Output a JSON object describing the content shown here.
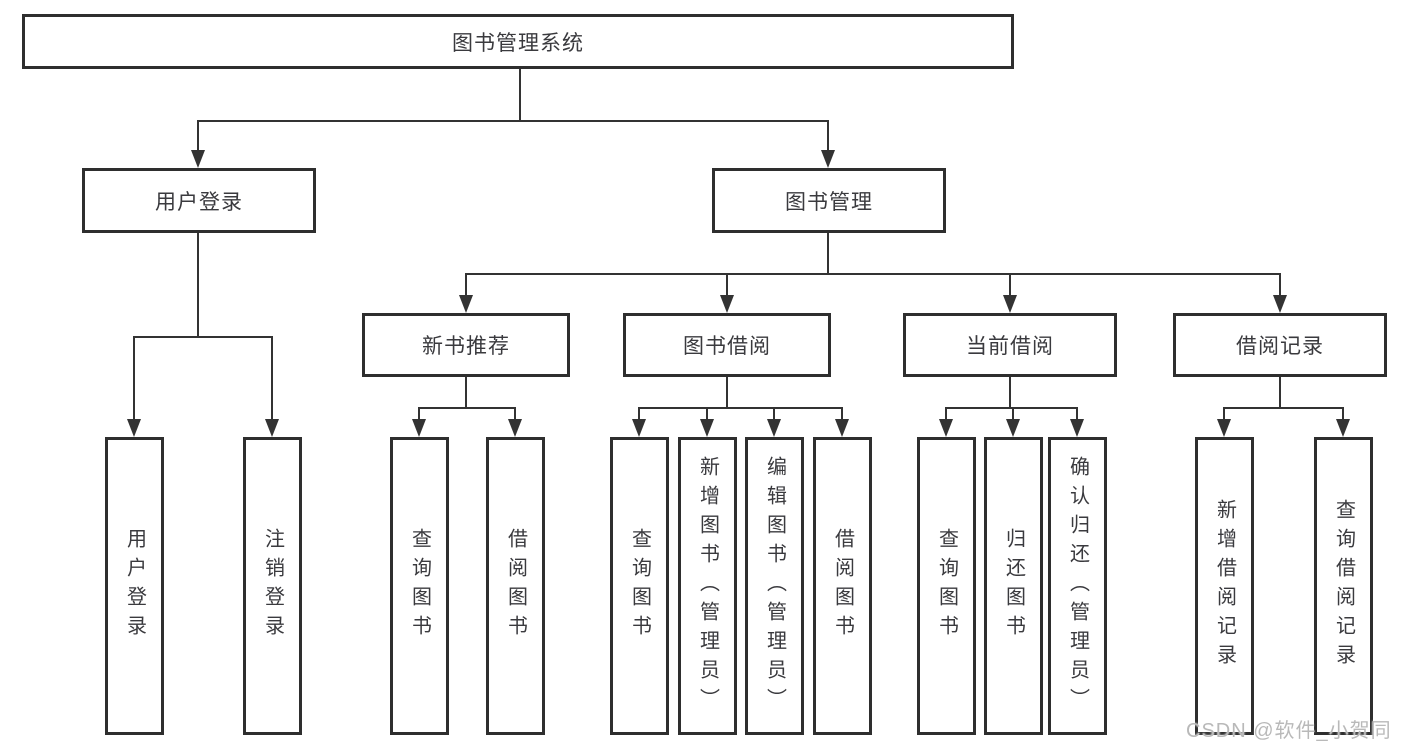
{
  "watermark": "CSDN @软件_小贺同学",
  "colors": {
    "line": "#333333",
    "border": "#2e2e2e",
    "text": "#3a3a3e",
    "watermark": "#b9b9b9",
    "background": "#ffffff"
  },
  "tree": {
    "root": "图书管理系统",
    "branches": [
      {
        "label": "用户登录",
        "children": [
          "用户登录",
          "注销登录"
        ]
      },
      {
        "label": "图书管理",
        "groups": [
          {
            "label": "新书推荐",
            "children": [
              "查询图书",
              "借阅图书"
            ]
          },
          {
            "label": "图书借阅",
            "children": [
              "查询图书",
              "新增图书（管理员）",
              "编辑图书（管理员）",
              "借阅图书"
            ]
          },
          {
            "label": "当前借阅",
            "children": [
              "查询图书",
              "归还图书",
              "确认归还（管理员）"
            ]
          },
          {
            "label": "借阅记录",
            "children": [
              "新增借阅记录",
              "查询借阅记录"
            ]
          }
        ]
      }
    ]
  }
}
